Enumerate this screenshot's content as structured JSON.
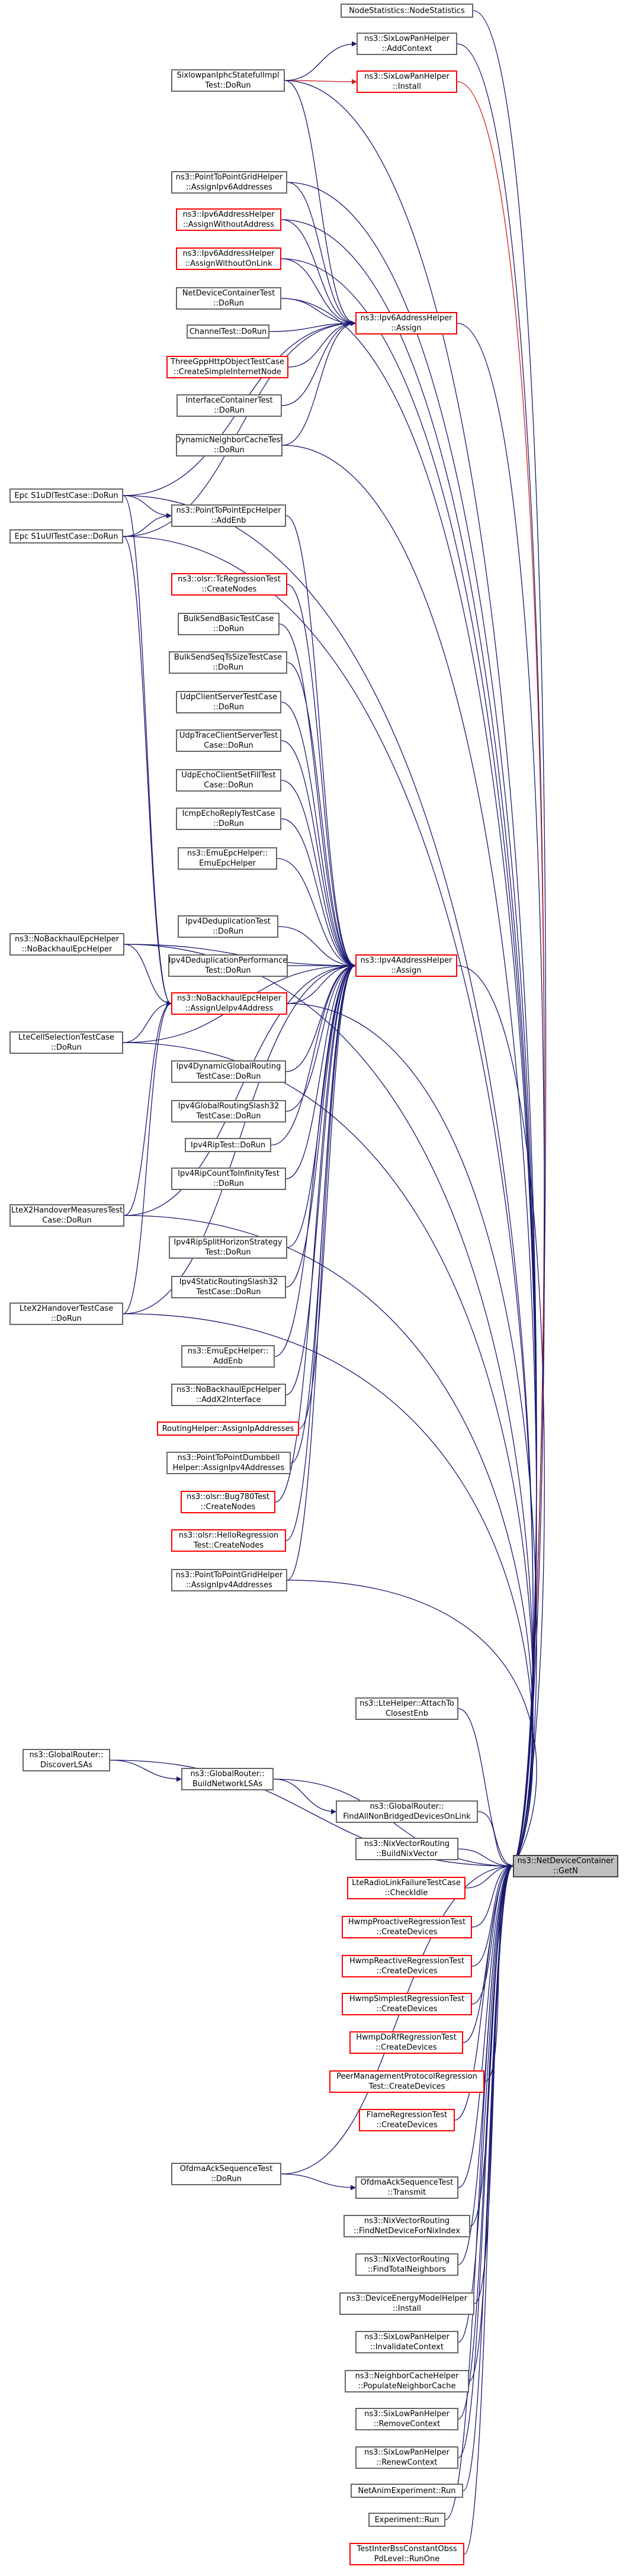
{
  "graph": {
    "target": "ns3::NetDeviceContainer\n::GetN",
    "colors": {
      "edge": "#191970",
      "edge_red": "#cc2020",
      "node_border": "#666666",
      "node_border_red": "#ff0000",
      "target_fill": "#bfbfbf"
    },
    "nodes": {
      "nodeStats": "NodeStatistics::NodeStatistics",
      "sixAddCtx": "ns3::SixLowPanHelper\n::AddContext",
      "sixInstall": "ns3::SixLowPanHelper\n::Install",
      "sixStateful": "SixlowpanIphcStatefulImpl\nTest::DoRun",
      "p2pIpv6": "ns3::PointToPointGridHelper\n::AssignIpv6Addresses",
      "ipv6WithoutAddr": "ns3::Ipv6AddressHelper\n::AssignWithoutAddress",
      "ipv6WithoutOnLink": "ns3::Ipv6AddressHelper\n::AssignWithoutOnLink",
      "netDevContTest": "NetDeviceContainerTest\n::DoRun",
      "channelTest": "ChannelTest::DoRun",
      "threeGpp": "ThreeGppHttpObjectTestCase\n::CreateSimpleInternetNode",
      "ifaceContTest": "InterfaceContainerTest\n::DoRun",
      "dynNeighbor": "DynamicNeighborCacheTest\n::DoRun",
      "ipv6Assign": "ns3::Ipv6AddressHelper\n::Assign",
      "epcDl": "Epc S1uDlTestCase::DoRun",
      "epcUl": "Epc S1uUlTestCase::DoRun",
      "p2pEpc": "ns3::PointToPointEpcHelper\n::AddEnb",
      "olsrTc": "ns3::olsr::TcRegressionTest\n::CreateNodes",
      "bulkBasic": "BulkSendBasicTestCase\n::DoRun",
      "bulkSeq": "BulkSendSeqTsSizeTestCase\n::DoRun",
      "udpClient": "UdpClientServerTestCase\n::DoRun",
      "udpTrace": "UdpTraceClientServerTest\nCase::DoRun",
      "udpEcho": "UdpEchoClientSetFillTest\nCase::DoRun",
      "icmpEcho": "IcmpEchoReplyTestCase\n::DoRun",
      "emuEpcCtor": "ns3::EmuEpcHelper::\nEmuEpcHelper",
      "ipv4Dedup": "Ipv4DeduplicationTest\n::DoRun",
      "ipv4DedupPerf": "Ipv4DeduplicationPerformance\nTest::DoRun",
      "noBackhaulCtor": "ns3::NoBackhaulEpcHelper\n::NoBackhaulEpcHelper",
      "noBackhaulAssign": "ns3::NoBackhaulEpcHelper\n::AssignUeIpv4Address",
      "lteCellSel": "LteCellSelectionTestCase\n::DoRun",
      "ipv4Assign": "ns3::Ipv4AddressHelper\n::Assign",
      "ipv4DynGlobal": "Ipv4DynamicGlobalRouting\nTestCase::DoRun",
      "ipv4GlobalSlash": "Ipv4GlobalRoutingSlash32\nTestCase::DoRun",
      "ipv4Rip": "Ipv4RipTest::DoRun",
      "ipv4RipCount": "Ipv4RipCountToInfinityTest\n::DoRun",
      "lteX2Meas": "LteX2HandoverMeasuresTest\nCase::DoRun",
      "ipv4RipSplit": "Ipv4RipSplitHorizonStrategy\nTest::DoRun",
      "ipv4Static": "Ipv4StaticRoutingSlash32\nTestCase::DoRun",
      "lteX2": "LteX2HandoverTestCase\n::DoRun",
      "emuAddEnb": "ns3::EmuEpcHelper::\nAddEnb",
      "noBackhaulX2": "ns3::NoBackhaulEpcHelper\n::AddX2Interface",
      "routingHelper": "RoutingHelper::AssignIpAddresses",
      "p2pDumbbell": "ns3::PointToPointDumbbell\nHelper::AssignIpv4Addresses",
      "olsrBug780": "ns3::olsr::Bug780Test\n::CreateNodes",
      "olsrHello": "ns3::olsr::HelloRegression\nTest::CreateNodes",
      "p2pGridIpv4": "ns3::PointToPointGridHelper\n::AssignIpv4Addresses",
      "lteAttach": "ns3::LteHelper::AttachTo\nClosestEnb",
      "globalDiscover": "ns3::GlobalRouter::\nDiscoverLSAs",
      "globalBuild": "ns3::GlobalRouter::\nBuildNetworkLSAs",
      "globalFind": "ns3::GlobalRouter::\nFindAllNonBridgedDevicesOnLink",
      "nixBuild": "ns3::NixVectorRouting\n::BuildNixVector",
      "lteRadio": "LteRadioLinkFailureTestCase\n::CheckIdle",
      "hwmpProactive": "HwmpProactiveRegressionTest\n::CreateDevices",
      "hwmpReactive": "HwmpReactiveRegressionTest\n::CreateDevices",
      "hwmpSimplest": "HwmpSimplestRegressionTest\n::CreateDevices",
      "hwmpDoRf": "HwmpDoRfRegressionTest\n::CreateDevices",
      "peerMgmt": "PeerManagementProtocolRegression\nTest::CreateDevices",
      "flame": "FlameRegressionTest\n::CreateDevices",
      "ofdmaAckSeq": "OfdmaAckSequenceTest\n::DoRun",
      "ofdmaTransmit": "OfdmaAckSequenceTest\n::Transmit",
      "nixFindNet": "ns3::NixVectorRouting\n::FindNetDeviceForNixIndex",
      "nixFindTotal": "ns3::NixVectorRouting\n::FindTotalNeighbors",
      "devEnergy": "ns3::DeviceEnergyModelHelper\n::Install",
      "sixInvalidate": "ns3::SixLowPanHelper\n::InvalidateContext",
      "neighborPopulate": "ns3::NeighborCacheHelper\n::PopulateNeighborCache",
      "sixRemove": "ns3::SixLowPanHelper\n::RemoveContext",
      "sixRenew": "ns3::SixLowPanHelper\n::RenewContext",
      "netAnim": "NetAnimExperiment::Run",
      "experiment": "Experiment::Run",
      "testIntf": "TestInterBssConstantObss\nPdLevel::RunOne"
    }
  }
}
